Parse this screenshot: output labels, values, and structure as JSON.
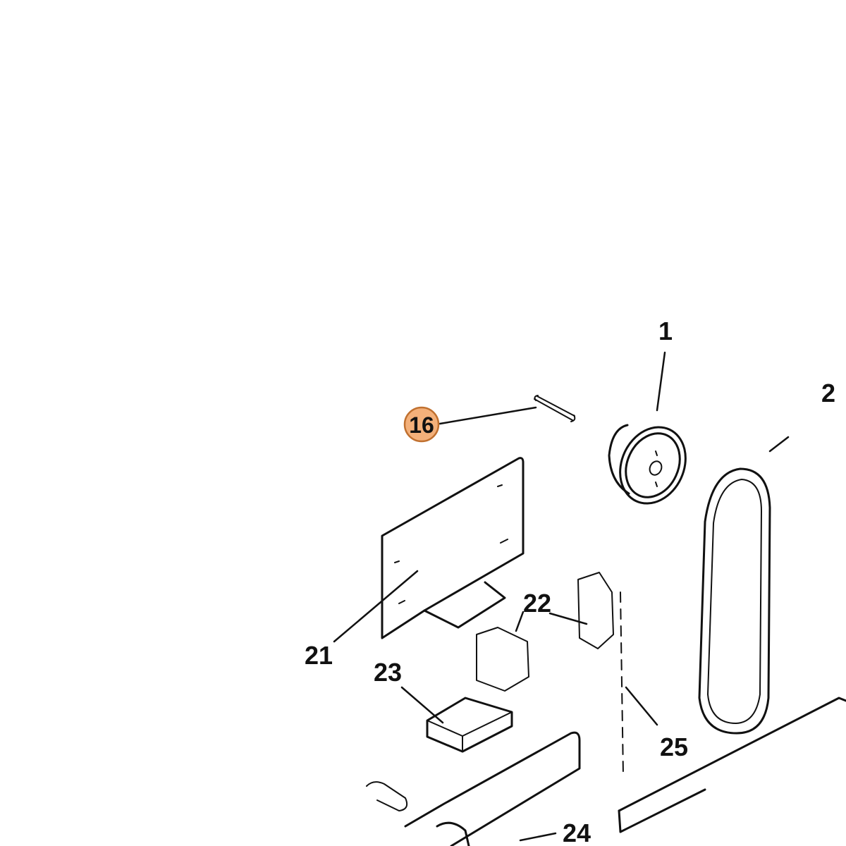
{
  "highlight": {
    "label": "16",
    "color": "#f3b07a",
    "border": "#c0702f"
  },
  "callouts": {
    "c1": "1",
    "c2": "2",
    "c21": "21",
    "c22": "22",
    "c23": "23",
    "c24": "24",
    "c25": "25"
  }
}
